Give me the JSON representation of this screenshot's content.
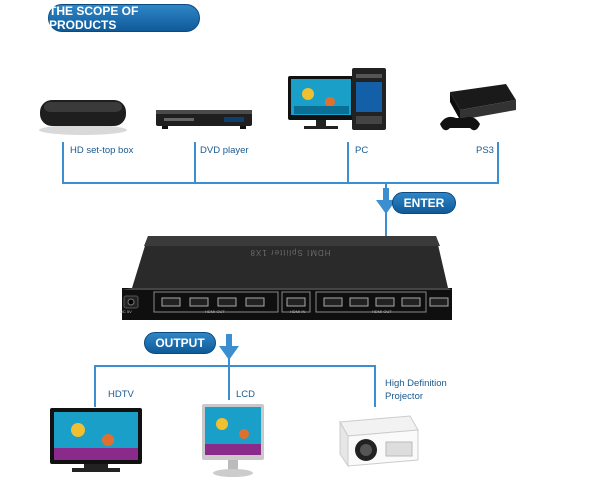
{
  "title": "THE SCOPE OF PRODUCTS",
  "inputs_arrow_label": "ENTER",
  "outputs_arrow_label": "OUTPUT",
  "sources": [
    {
      "label": "HD set-top box",
      "icon": "set-top-box-icon"
    },
    {
      "label": "DVD player",
      "icon": "dvd-player-icon"
    },
    {
      "label": "PC",
      "icon": "pc-icon"
    },
    {
      "label": "PS3",
      "icon": "ps3-console-icon"
    }
  ],
  "displays": [
    {
      "label": "HDTV",
      "icon": "hdtv-icon"
    },
    {
      "label": "LCD",
      "icon": "lcd-monitor-icon"
    },
    {
      "label": "High Definition Projector",
      "label_lines": [
        "High Definition",
        "Projector"
      ],
      "icon": "projector-icon"
    }
  ],
  "device": {
    "top_text": "HDMI Splitter 1X8",
    "power_port_label": "DC 5V",
    "out_group_1_label": "HDMI OUT",
    "in_label": "HDMI IN",
    "out_group_2_label": "HDMI OUT"
  },
  "colors": {
    "connector_line": "#3b8fd1",
    "label_text": "#1a5a8f",
    "pill_blue": "#1b6eb0"
  }
}
